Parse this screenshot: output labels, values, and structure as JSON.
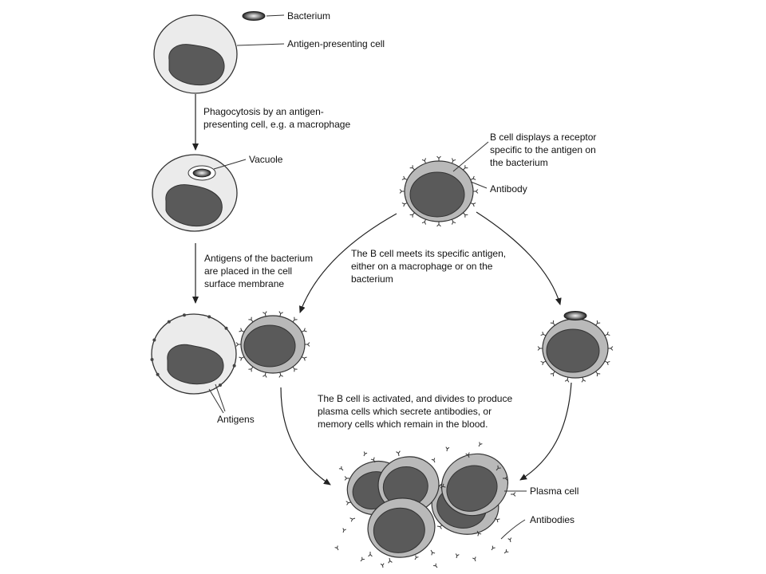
{
  "labels": {
    "bacterium": "Bacterium",
    "antigen_presenting_cell": "Antigen-presenting cell",
    "vacuole": "Vacuole",
    "b_cell_receptor": [
      "B cell displays a receptor",
      "specific to the antigen on",
      "the bacterium"
    ],
    "antibody": "Antibody",
    "antigens": "Antigens",
    "plasma_cell": "Plasma cell",
    "antibodies": "Antibodies"
  },
  "steps": {
    "phagocytosis": [
      "Phagocytosis by an antigen-",
      "presenting cell, e.g. a macrophage"
    ],
    "antigens_placed": [
      "Antigens of the bacterium",
      "are placed in the cell",
      "surface membrane"
    ],
    "b_cell_meets": [
      "The B cell meets its specific antigen,",
      "either on a macrophage or on the",
      "bacterium"
    ],
    "b_cell_activated": [
      "The B cell is activated, and divides to produce",
      "plasma cells which secrete antibodies, or",
      "memory cells which remain in the blood."
    ]
  },
  "colors": {
    "apc_cytoplasm": "#ebebeb",
    "b_cell_cytoplasm": "#b9b9b9",
    "nucleus": "#5a5a5a",
    "outline": "#333333"
  }
}
